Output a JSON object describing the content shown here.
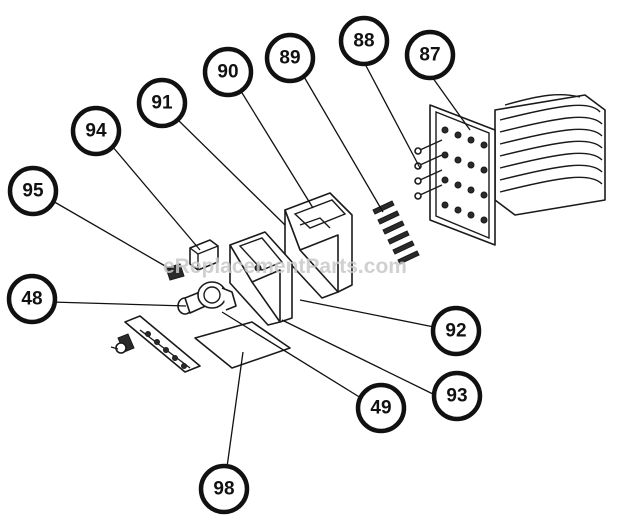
{
  "watermark": "eReplacementParts.com",
  "callouts": [
    {
      "id": "87",
      "label": "87"
    },
    {
      "id": "88",
      "label": "88"
    },
    {
      "id": "89",
      "label": "89"
    },
    {
      "id": "90",
      "label": "90"
    },
    {
      "id": "91",
      "label": "91"
    },
    {
      "id": "94",
      "label": "94"
    },
    {
      "id": "95",
      "label": "95"
    },
    {
      "id": "48",
      "label": "48"
    },
    {
      "id": "92",
      "label": "92"
    },
    {
      "id": "49",
      "label": "49"
    },
    {
      "id": "93",
      "label": "93"
    },
    {
      "id": "98",
      "label": "98"
    }
  ]
}
